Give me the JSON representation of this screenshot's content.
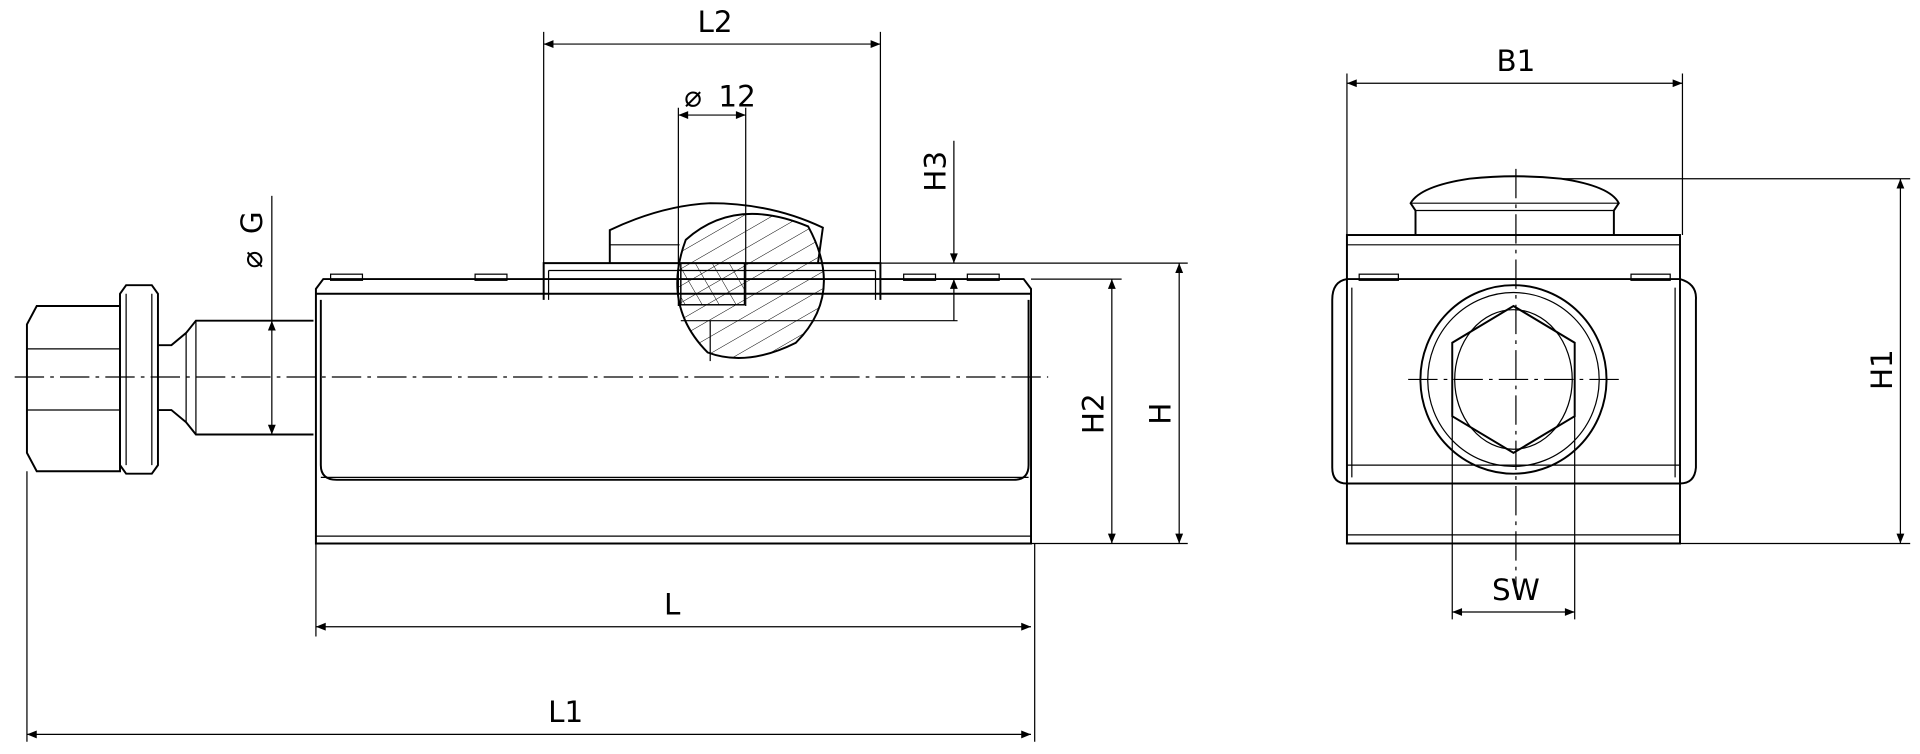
{
  "drawing": {
    "side_view": {
      "dimensions": {
        "L2": "L2",
        "dia_12": "12",
        "H3": "H3",
        "dia_G": "G",
        "H2": "H2",
        "H": "H",
        "L": "L",
        "L1": "L1"
      },
      "diameter_symbol": "⌀"
    },
    "front_view": {
      "dimensions": {
        "B1": "B1",
        "H1": "H1",
        "SW": "SW"
      }
    }
  }
}
